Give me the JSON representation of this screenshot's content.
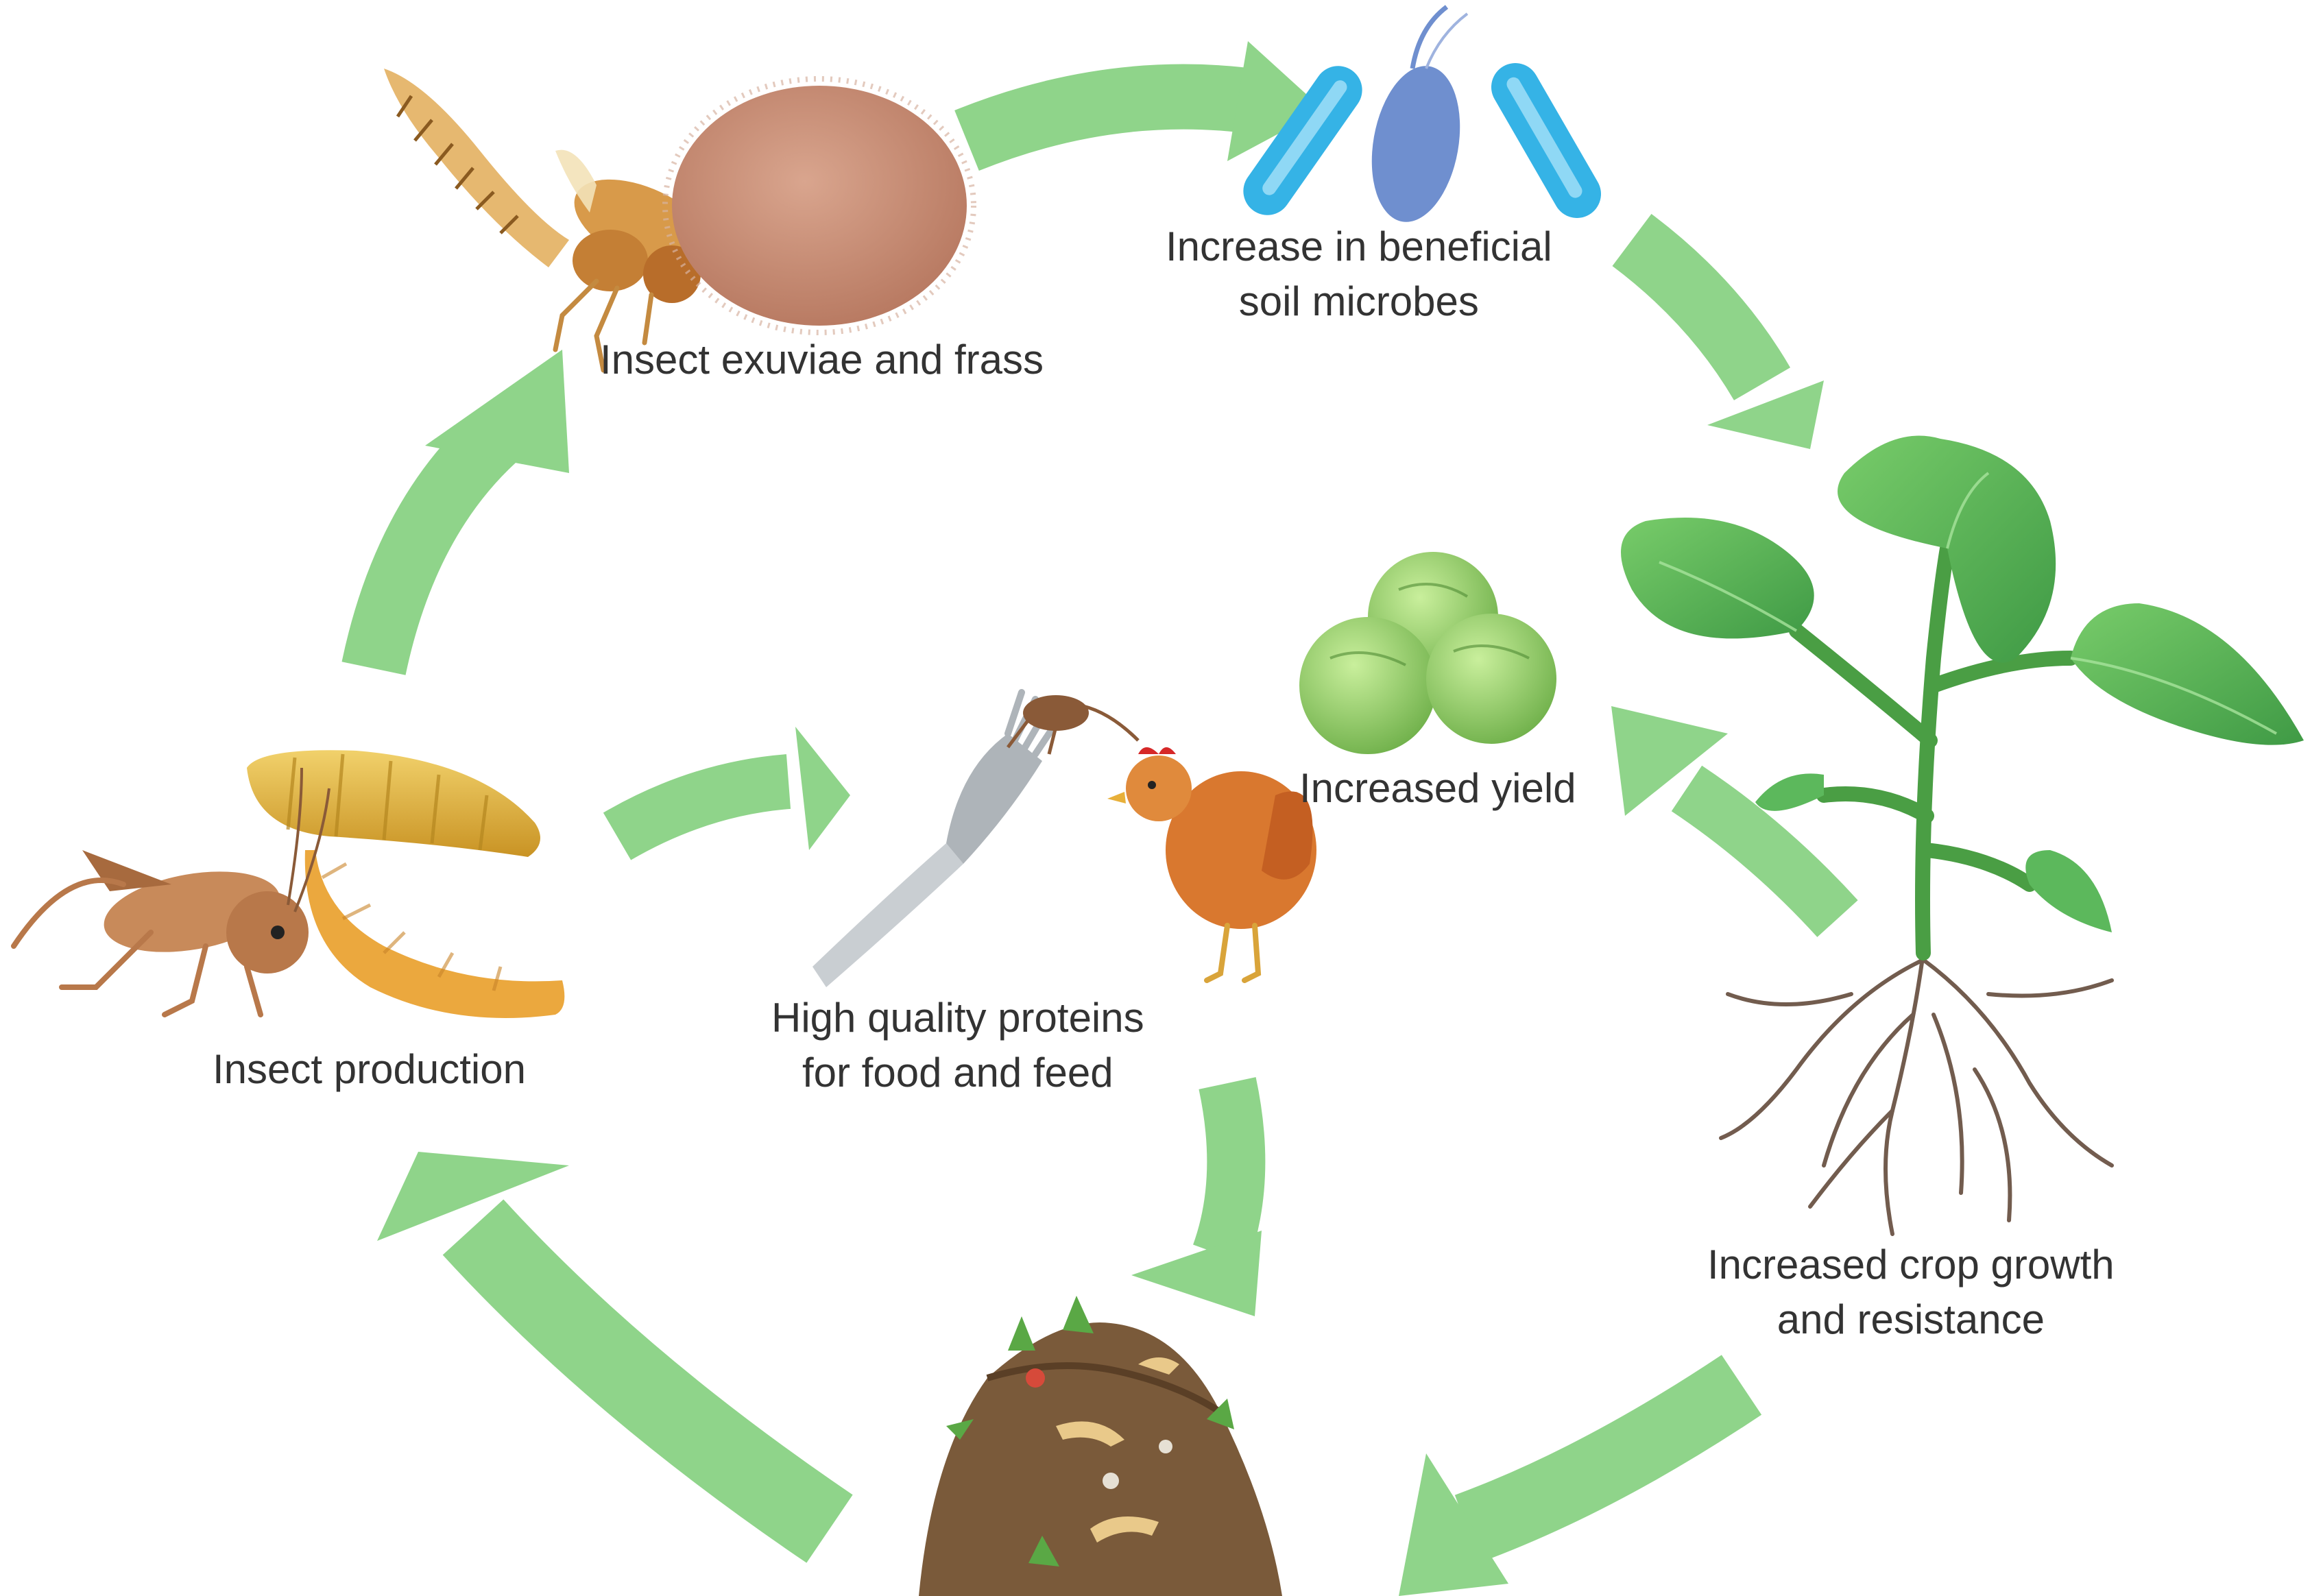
{
  "colors": {
    "arrow": "#8fd48a",
    "text": "#333333",
    "leaf": "#5cb85c",
    "leaf_dark": "#3f8f3f",
    "microbe_blue": "#35b3e6",
    "microbe_purple": "#6f8fcf",
    "frass": "#c9917a",
    "larva": "#e3b33c",
    "cricket": "#c88a5a",
    "hen": "#d9782f",
    "soil": "#7a5a3a"
  },
  "labels": {
    "frass": "Insect exuviae and frass",
    "microbes_line1": "Increase in beneficial",
    "microbes_line2": "soil microbes",
    "yield": "Increased yield",
    "proteins_line1": "High quality proteins",
    "proteins_line2": "for food and feed",
    "production": "Insect production",
    "crop_line1": "Increased crop growth",
    "crop_line2": "and resistance"
  },
  "icons": [
    "fly-icon",
    "frass-pile-icon",
    "microbes-icon",
    "cabbage-plant-icon",
    "brussels-sprouts-icon",
    "fork-cricket-icon",
    "hen-icon",
    "larvae-icon",
    "cricket-icon",
    "compost-heap-icon"
  ]
}
